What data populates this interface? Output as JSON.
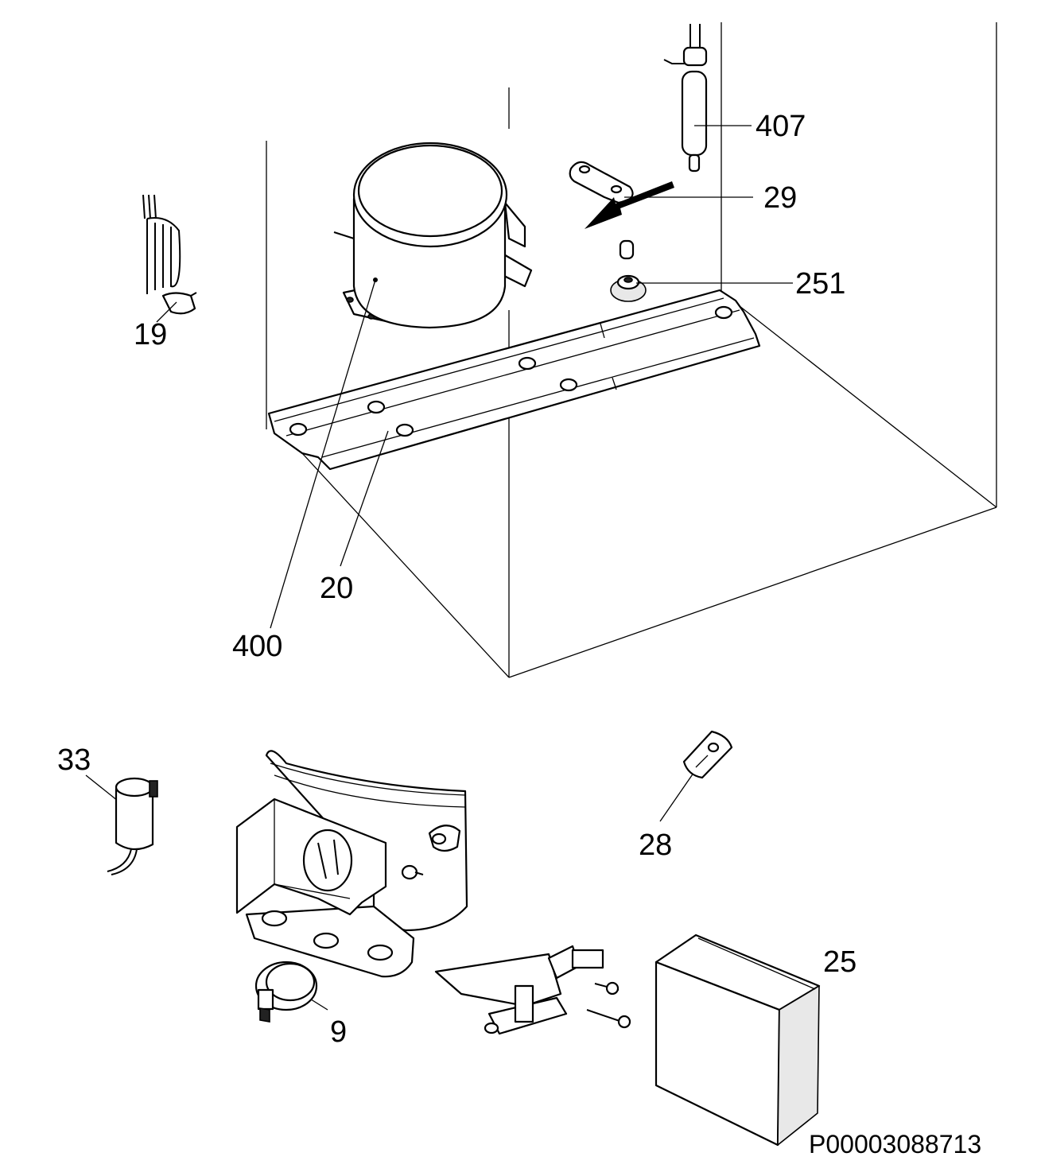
{
  "diagram": {
    "doc_id": "P00003088713",
    "callouts": {
      "p407": "407",
      "p29": "29",
      "p251": "251",
      "p19": "19",
      "p20": "20",
      "p400": "400",
      "p33": "33",
      "p28": "28",
      "p25": "25",
      "p9": "9"
    }
  }
}
